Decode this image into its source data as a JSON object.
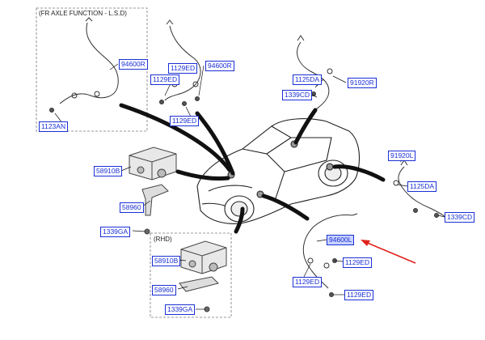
{
  "sections": {
    "fr_axle": {
      "caption": "(FR AXLE FUNCTION - L.S.D)"
    },
    "rhd": {
      "caption": "(RHD)"
    }
  },
  "labels": {
    "fr_94600R": "94600R",
    "fr_1123AN": "1123AN",
    "fl_1129ED_a": "1129ED",
    "fl_1129ED_b": "1129ED",
    "fl_94600R": "94600R",
    "fl_1129ED_c": "1129ED",
    "rr_1125DA": "1125DA",
    "rr_91920R": "91920R",
    "rr_1339CD": "1339CD",
    "rl_91920L": "91920L",
    "rl_1125DA": "1125DA",
    "rl_1339CD": "1339CD",
    "hecu_58910B": "58910B",
    "hecu_58960": "58960",
    "hecu_1339GA": "1339GA",
    "rhd_58910B": "58910B",
    "rhd_58960": "58960",
    "rhd_1339GA": "1339GA",
    "fr_sensor_94600L": "94600L",
    "fr_sensor_1129ED_a": "1129ED",
    "fr_sensor_1129ED_b": "1129ED",
    "fr_sensor_1129ED_c": "1129ED"
  },
  "colors": {
    "label_border": "#1a2fd6",
    "highlight_fill": "#c7d2ff",
    "arrow": "#e0211b",
    "leader": "#111111"
  }
}
